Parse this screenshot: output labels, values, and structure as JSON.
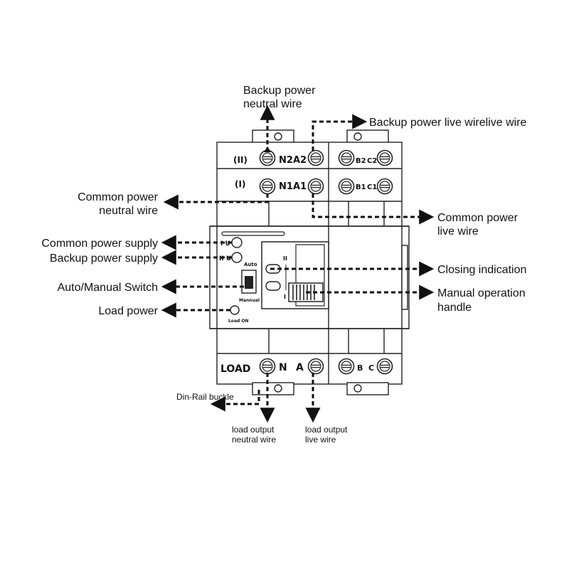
{
  "callouts": {
    "backup_neutral": [
      "Backup power",
      "neutral wire"
    ],
    "backup_live": "Backup power live wirelive wire",
    "common_neutral": [
      "Common power",
      "neutral wire"
    ],
    "common_live": [
      "Common power",
      "live wire"
    ],
    "common_supply": "Common power supply",
    "backup_supply": "Backup power supply",
    "auto_manual": "Auto/Manual Switch",
    "load_power": "Load power",
    "closing_indication": "Closing indication",
    "manual_handle": [
      "Manual operation",
      "handle"
    ],
    "din_rail": "Din-Rail buckle",
    "load_neutral": [
      "load output",
      "neutral wire"
    ],
    "load_live": [
      "load output",
      "live wire"
    ]
  },
  "device": {
    "row_ii_label": "(II)",
    "row_i_label": "(I)",
    "n2": "N2",
    "a2": "A2",
    "b2": "B2",
    "c2": "C2",
    "n1": "N1",
    "a1": "A1",
    "b1": "B1",
    "c1": "C1",
    "iu_label": "I U",
    "iiu_label": "II U",
    "auto_label": "Auto",
    "manual_label": "Mannual",
    "load_on_label": "Load ON",
    "handle_ii": "II",
    "handle_i": "I",
    "load_label": "LOAD",
    "n": "N",
    "a": "A",
    "b": "B",
    "c": "C"
  }
}
